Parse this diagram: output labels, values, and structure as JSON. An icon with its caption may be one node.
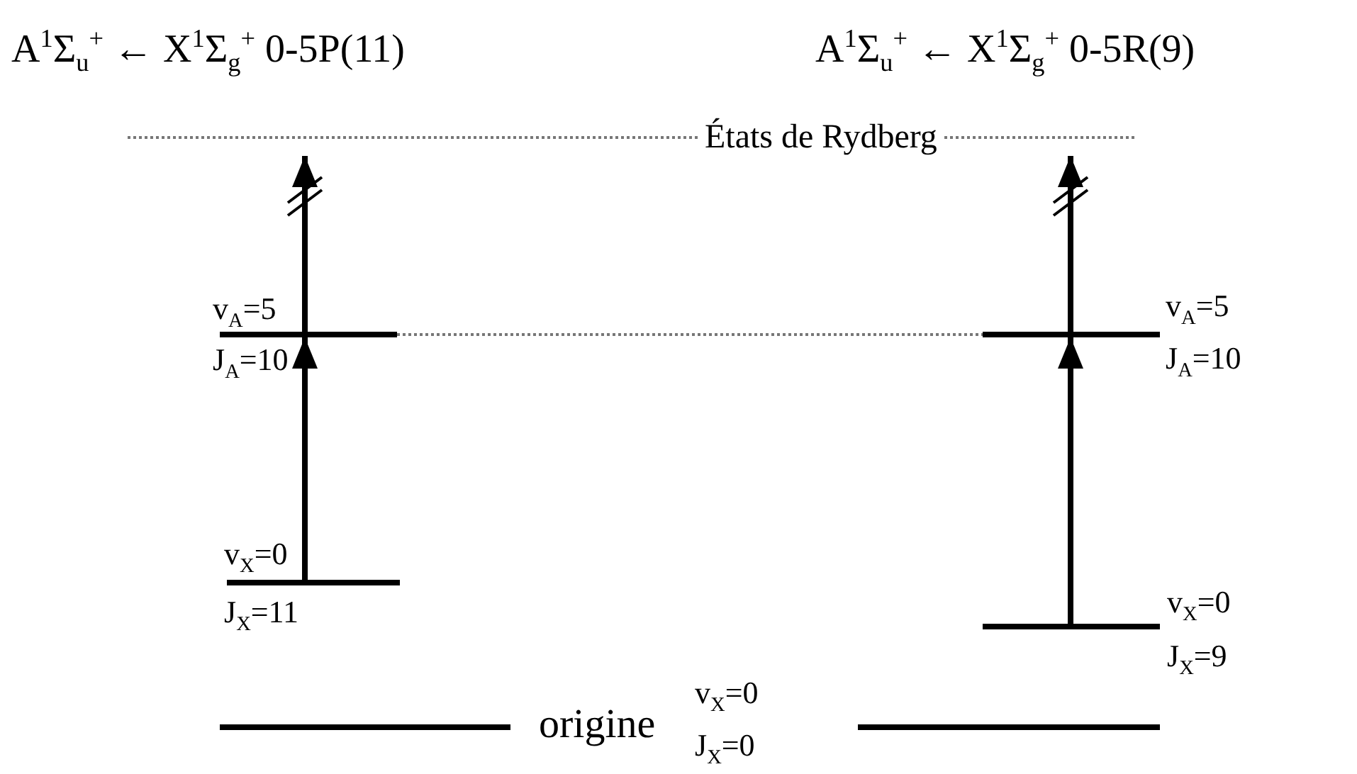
{
  "diagram": {
    "nodes": [
      {
        "text": [
          "États de Rydberg"
        ]
      },
      {
        "text": [],
        "shape": "bar",
        "beside": [
          "v$_{A}$=5",
          "J$_{A}$=10"
        ]
      },
      {
        "text": [],
        "shape": "bar",
        "beside": [
          "v$_{A}$=5",
          "J$_{A}$=10"
        ]
      },
      {
        "text": [],
        "shape": "bar",
        "beside": [
          "v$_{X}$=0",
          "J$_{X}$=11"
        ]
      },
      {
        "text": [],
        "shape": "bar",
        "beside": [
          "v$_{X}$=0",
          "J$_{X}$=9"
        ]
      },
      {
        "text": [],
        "shape": "bar"
      },
      {
        "text": [],
        "shape": "bar"
      }
    ],
    "edges": [
      {
        "from": 3,
        "to": 1,
        "arrow": "to"
      },
      {
        "from": 1,
        "to": 0,
        "arrow": "to"
      },
      {
        "from": 4,
        "to": 2,
        "arrow": "to"
      },
      {
        "from": 2,
        "to": 0,
        "arrow": "to"
      },
      {
        "from": 1,
        "to": 2,
        "arrow": "none",
        "style": "dashed",
        "color": "#777777"
      }
    ],
    "labels": [
      "A$^{1}$Σ$_{u}$$^{+}$ ← X$^{1}$Σ$_{g}$$^{+}$ 0-5P(11)",
      "A$^{1}$Σ$_{u}$$^{+}$ ← X$^{1}$Σ$_{g}$$^{+}$ 0-5R(9)",
      "origine",
      "v$_{X}$=0",
      "J$_{X}$=0"
    ]
  }
}
